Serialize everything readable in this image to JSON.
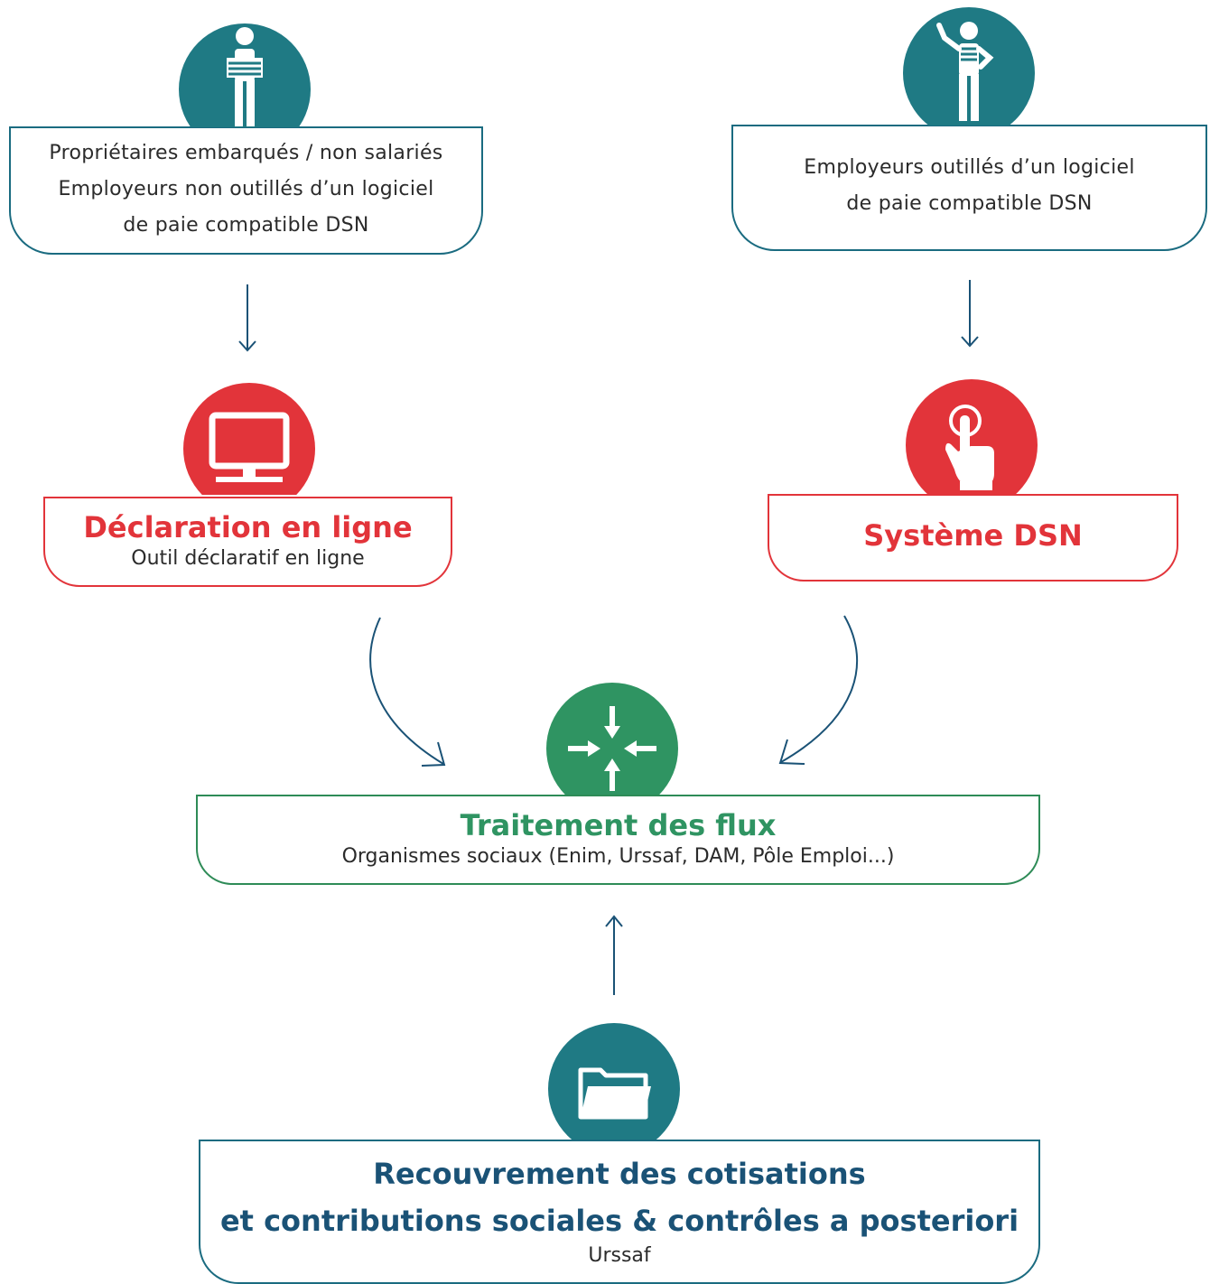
{
  "left_source": {
    "lines": [
      "Propriétaires embarqués / non salariés",
      "Employeurs non outillés d’un logiciel",
      "de paie compatible DSN"
    ],
    "icon": "person-holding-box-icon"
  },
  "right_source": {
    "lines": [
      "Employeurs outillés d’un logiciel",
      "de paie compatible DSN"
    ],
    "icon": "person-waving-icon"
  },
  "declaration": {
    "title": "Déclaration en ligne",
    "subtitle": "Outil déclaratif en ligne",
    "icon": "monitor-icon"
  },
  "dsn": {
    "title": "Système DSN",
    "icon": "touch-hand-icon"
  },
  "traitement": {
    "title": "Traitement des flux",
    "subtitle": "Organismes sociaux (Enim, Urssaf, DAM, Pôle Emploi...)",
    "icon": "converging-arrows-icon"
  },
  "recouvrement": {
    "title_line1": "Recouvrement des cotisations",
    "title_line2": "et contributions sociales & contrôles a posteriori",
    "subtitle": "Urssaf",
    "icon": "folder-icon"
  },
  "colors": {
    "teal": "#1f7a84",
    "red": "#e2343a",
    "green": "#2f9462",
    "navy": "#1a5276"
  }
}
